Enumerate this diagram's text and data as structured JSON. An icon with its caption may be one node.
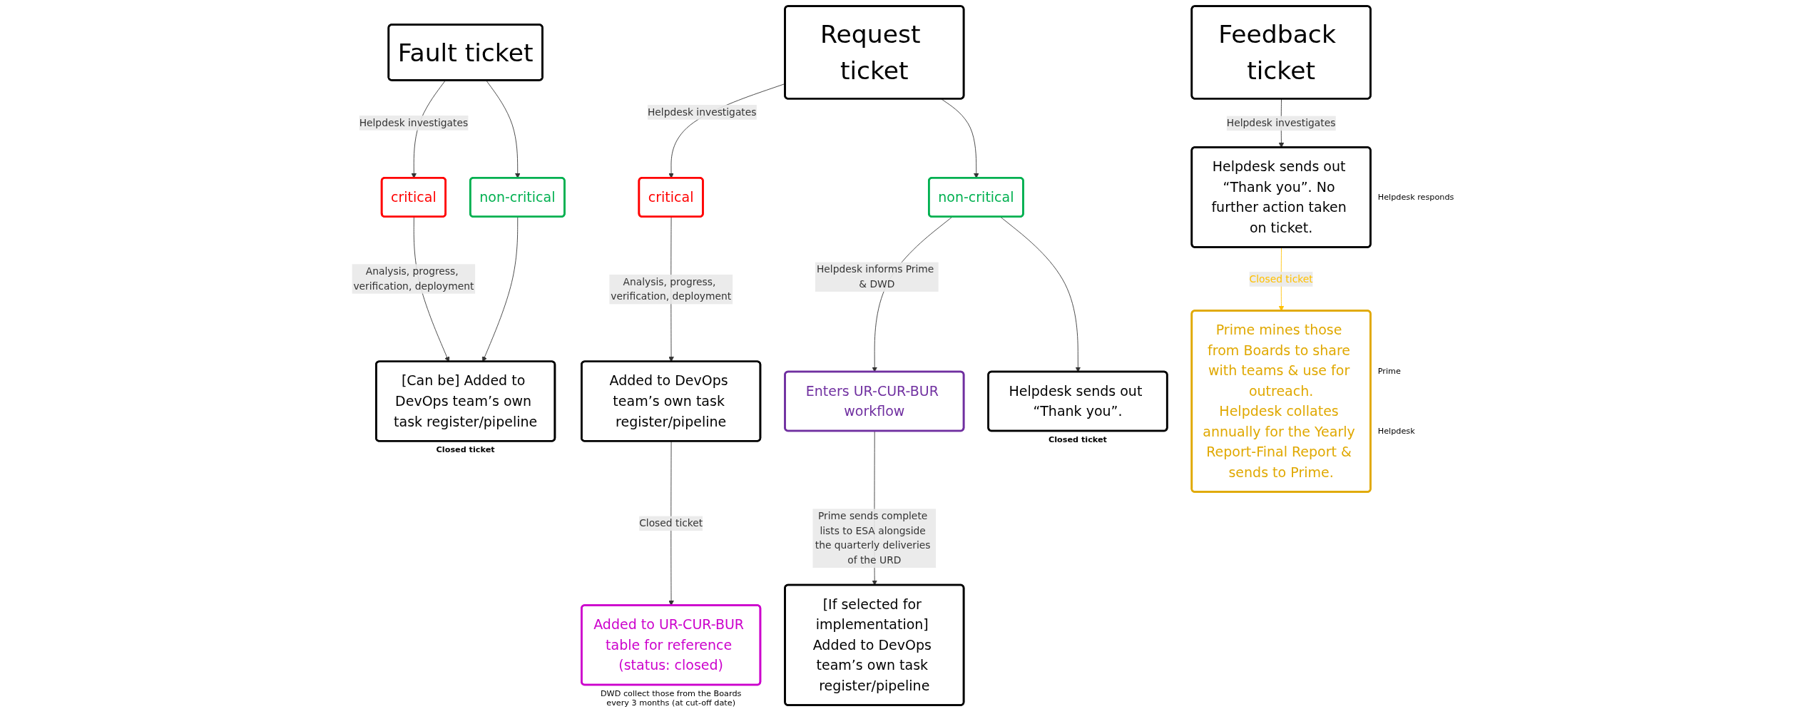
{
  "diagram": {
    "nodes": [
      {
        "text": [
          "Fault ticket"
        ]
      },
      {
        "text": [
          "critical"
        ]
      },
      {
        "text": [
          "non-critical"
        ]
      },
      {
        "text": [
          "[Can be] Added to DevOps team’s own task register/pipeline"
        ],
        "beside": [
          "Closed ticket"
        ]
      },
      {
        "text": [
          "Request ticket"
        ]
      },
      {
        "text": [
          "critical"
        ]
      },
      {
        "text": [
          "non-critical"
        ]
      },
      {
        "text": [
          "Added to DevOps team’s own task register/pipeline"
        ]
      },
      {
        "text": [
          "Added to UR-CUR-BUR table for reference (status: closed)"
        ],
        "beside": [
          "DWD collect those from the Boards every 3 months (at cut-off date)"
        ]
      },
      {
        "text": [
          "Enters UR-CUR-BUR workflow"
        ]
      },
      {
        "text": [
          "Helpdesk sends out “Thank you”."
        ],
        "beside": [
          "Closed ticket"
        ]
      },
      {
        "text": [
          "[If selected for implementation] Added to DevOps team’s own task register/pipeline"
        ]
      },
      {
        "text": [
          "Feedback ticket"
        ]
      },
      {
        "text": [
          "Helpdesk sends out “Thank you”. No further action taken on ticket."
        ],
        "beside": [
          "Helpdesk responds"
        ]
      },
      {
        "text": [
          "Prime mines those from Boards to share with teams & use for outreach.",
          "Helpdesk collates annually for the Yearly Report-Final Report & sends to Prime."
        ],
        "beside": [
          "Prime",
          "Helpdesk"
        ]
      }
    ],
    "edges": [
      {
        "from": 0,
        "to": 1,
        "arrow": "to",
        "label": "Helpdesk investigates"
      },
      {
        "from": 0,
        "to": 2,
        "arrow": "to"
      },
      {
        "from": 1,
        "to": 3,
        "arrow": "to",
        "label": "Analysis, progress, verification, deployment"
      },
      {
        "from": 2,
        "to": 3,
        "arrow": "to"
      },
      {
        "from": 4,
        "to": 5,
        "arrow": "to",
        "label": "Helpdesk investigates"
      },
      {
        "from": 4,
        "to": 6,
        "arrow": "to"
      },
      {
        "from": 5,
        "to": 7,
        "arrow": "to",
        "label": "Analysis, progress, verification, deployment"
      },
      {
        "from": 7,
        "to": 8,
        "arrow": "to",
        "label": "Closed ticket"
      },
      {
        "from": 6,
        "to": 9,
        "arrow": "to",
        "label": "Helpdesk informs Prime & DWD"
      },
      {
        "from": 6,
        "to": 10,
        "arrow": "to"
      },
      {
        "from": 9,
        "to": 11,
        "arrow": "to",
        "label": "Prime sends complete lists to ESA alongside the quarterly deliveries of the URD"
      },
      {
        "from": 12,
        "to": 13,
        "arrow": "to",
        "label": "Helpdesk investigates"
      },
      {
        "from": 13,
        "to": 14,
        "arrow": "to",
        "label": "Closed ticket",
        "color": "#ffc000"
      }
    ]
  }
}
